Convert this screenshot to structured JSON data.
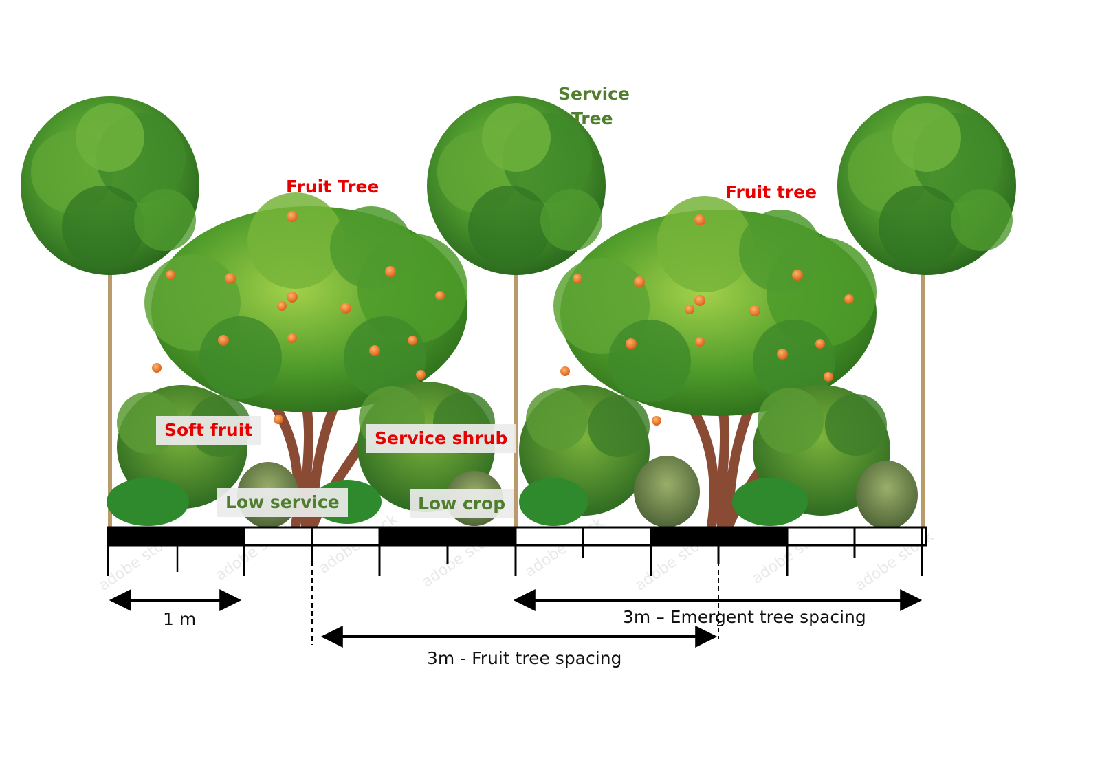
{
  "labels": {
    "service_tree": [
      "Service",
      "Tree"
    ],
    "fruit_tree_left": "Fruit Tree",
    "fruit_tree_right": "Fruit tree",
    "soft_fruit": "Soft fruit",
    "service_shrub": "Service shrub",
    "low_service": "Low service",
    "low_crop": "Low crop"
  },
  "measurements": {
    "scale": "1 m",
    "emergent_spacing": "3m – Emergent tree spacing",
    "fruit_spacing": "3m - Fruit tree spacing"
  },
  "watermark": "adobe stock",
  "colors": {
    "plant_label_red": "#e60000",
    "plant_label_green": "#4f7f2e",
    "canopy_green": "#3f8a2a",
    "orange_fruit": "#e8741f",
    "trunk": "#8a4b34",
    "scale_bar": "#000000"
  }
}
